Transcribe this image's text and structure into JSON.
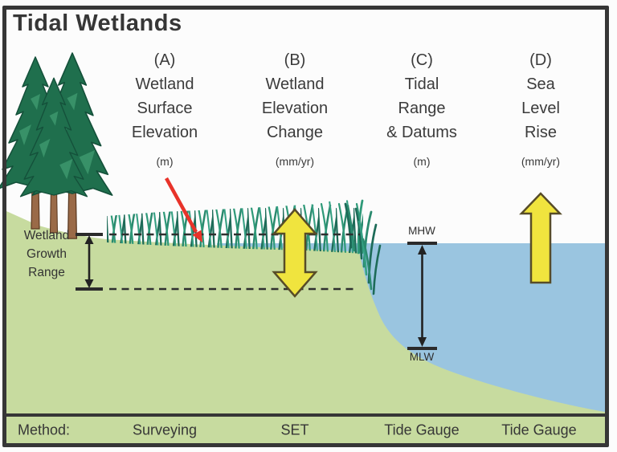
{
  "title": "Tidal Wetlands",
  "columns": [
    {
      "letter": "(A)",
      "line1": "Wetland",
      "line2": "Surface",
      "line3": "Elevation",
      "unit": "(m)",
      "method": "Surveying"
    },
    {
      "letter": "(B)",
      "line1": "Wetland",
      "line2": "Elevation",
      "line3": "Change",
      "unit": "(mm/yr)",
      "method": "SET"
    },
    {
      "letter": "(C)",
      "line1": "Tidal",
      "line2": "Range",
      "line3": "& Datums",
      "unit": "(m)",
      "method": "Tide Gauge"
    },
    {
      "letter": "(D)",
      "line1": "Sea",
      "line2": "Level",
      "line3": "Rise",
      "unit": "(mm/yr)",
      "method": "Tide Gauge"
    }
  ],
  "method_prefix": "Method:",
  "growth_range_label": {
    "line1": "Wetland",
    "line2": "Growth",
    "line3": "Range"
  },
  "datums": {
    "high": "MHW",
    "low": "MLW"
  },
  "colors": {
    "land": "#c7db9f",
    "water": "#9ac5e0",
    "arrow_yellow": "#f0e43e",
    "arrow_outline": "#574c28",
    "pointer_red": "#e8332a",
    "grass_dark": "#1d6b58",
    "grass_mid": "#2a8a6e",
    "tree_foliage": "#1f6f4d",
    "tree_trunk": "#9a6a48",
    "line_dark": "#2f2f2f",
    "frame_dark": "#363636"
  }
}
